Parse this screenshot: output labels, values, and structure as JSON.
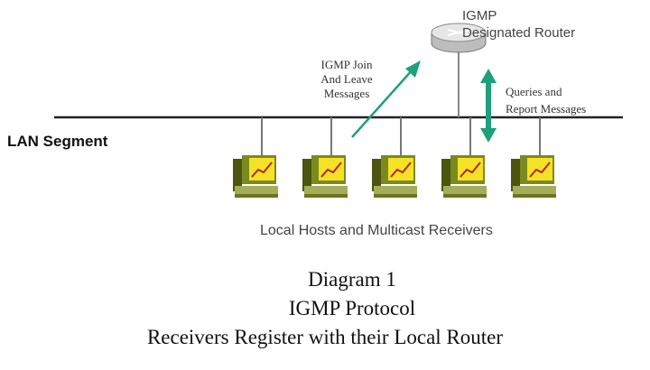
{
  "diagram": {
    "router_label_line1": "IGMP",
    "router_label_line2": "Designated Router",
    "join_label_line1": "IGMP Join",
    "join_label_line2": "And Leave",
    "join_label_line3": "Messages",
    "queries_label_line1": "Queries and",
    "queries_label_line2": "Report Messages",
    "lan_label": "LAN Segment",
    "hosts_label": "Local Hosts and Multicast Receivers",
    "host_count": 5,
    "colors": {
      "arrow": "#1fa07a",
      "lan_line": "#222222",
      "drop_line": "#777777",
      "screen": "#f5e227",
      "monitor": "#7a8a1e"
    }
  },
  "caption": {
    "line1": "Diagram 1",
    "line2": "IGMP Protocol",
    "line3": "Receivers Register with their Local Router"
  }
}
